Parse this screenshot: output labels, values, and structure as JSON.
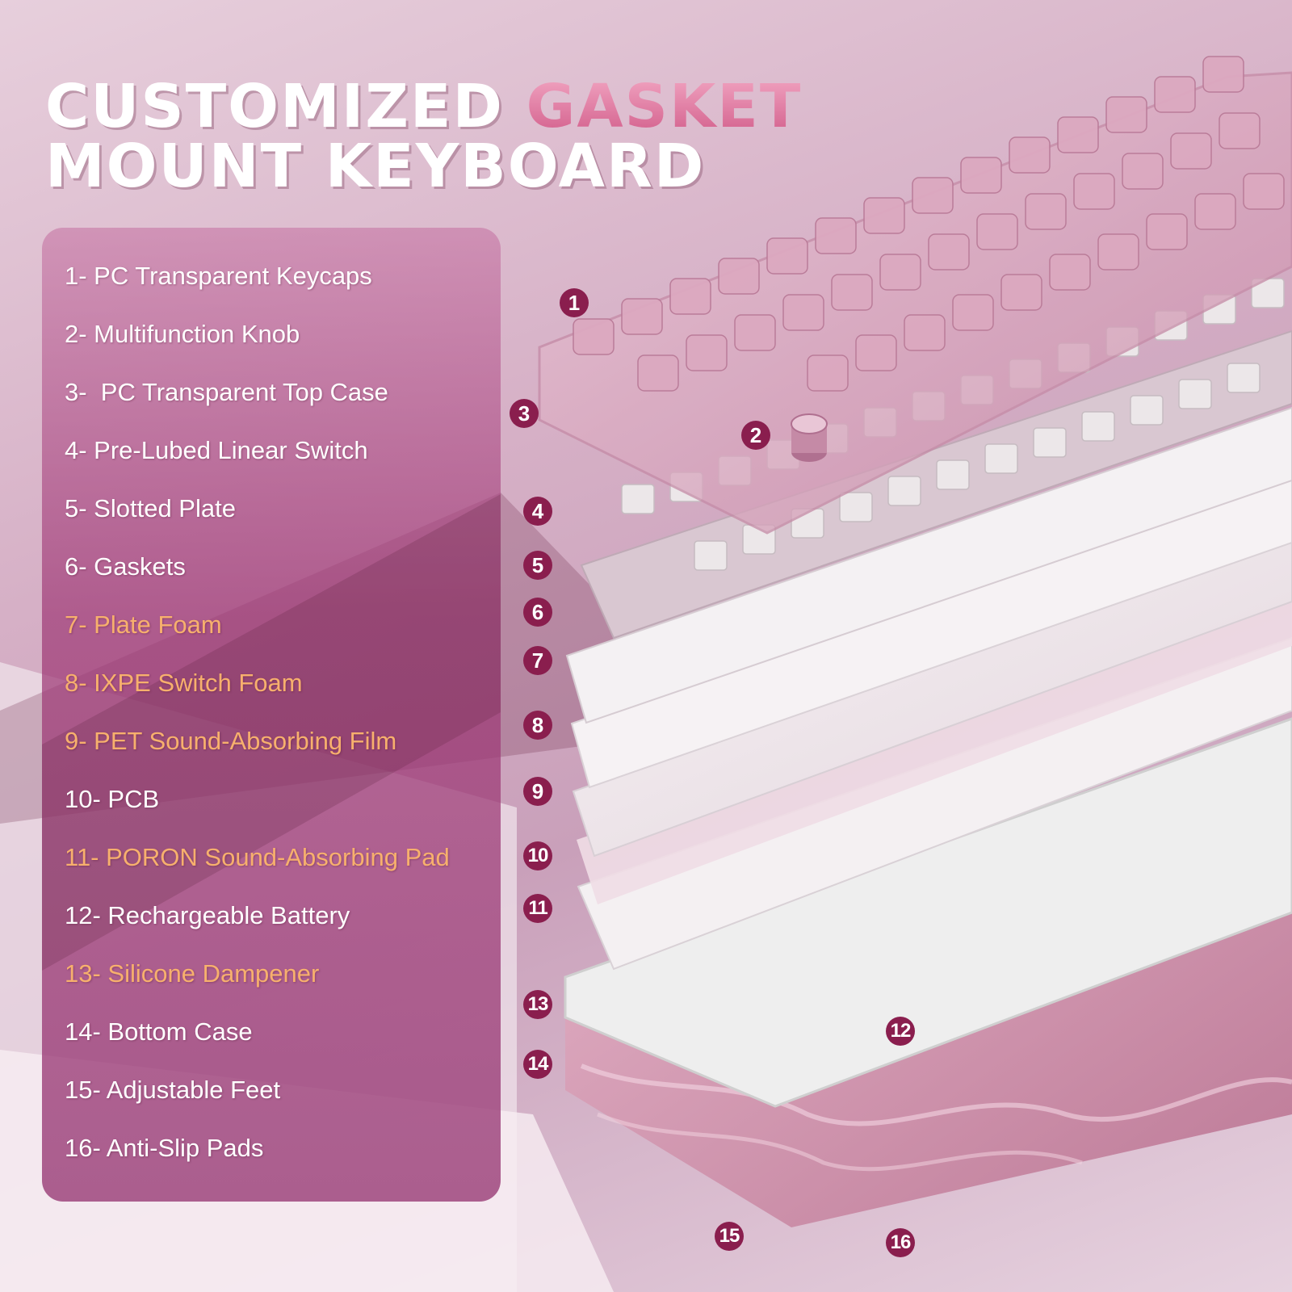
{
  "headline": {
    "line1_plain": "CUSTOMIZED ",
    "line1_accent": "GASKET",
    "line2": "MOUNT KEYBOARD"
  },
  "parts": [
    {
      "label": "1- PC Transparent Keycaps",
      "highlight": false
    },
    {
      "label": "2- Multifunction Knob",
      "highlight": false
    },
    {
      "label": "3-  PC Transparent Top Case",
      "highlight": false
    },
    {
      "label": "4- Pre-Lubed Linear Switch",
      "highlight": false
    },
    {
      "label": "5- Slotted Plate",
      "highlight": false
    },
    {
      "label": "6- Gaskets",
      "highlight": false
    },
    {
      "label": "7- Plate Foam",
      "highlight": true
    },
    {
      "label": "8- IXPE Switch Foam",
      "highlight": true
    },
    {
      "label": "9- PET Sound-Absorbing Film",
      "highlight": true
    },
    {
      "label": "10- PCB",
      "highlight": false
    },
    {
      "label": "11- PORON Sound-Absorbing Pad",
      "highlight": true
    },
    {
      "label": "12- Rechargeable Battery",
      "highlight": false
    },
    {
      "label": "13- Silicone Dampener",
      "highlight": true
    },
    {
      "label": "14- Bottom Case",
      "highlight": false
    },
    {
      "label": "15- Adjustable Feet",
      "highlight": false
    },
    {
      "label": "16- Anti-Slip Pads",
      "highlight": false
    }
  ],
  "callouts": [
    "1",
    "2",
    "3",
    "4",
    "5",
    "6",
    "7",
    "8",
    "9",
    "10",
    "11",
    "12",
    "13",
    "14",
    "15",
    "16"
  ],
  "colors": {
    "accent_pink": "#e0709a",
    "highlight_orange": "#f7b06d",
    "callout_fill": "#8a1e4e",
    "panel": "#a0407a"
  }
}
